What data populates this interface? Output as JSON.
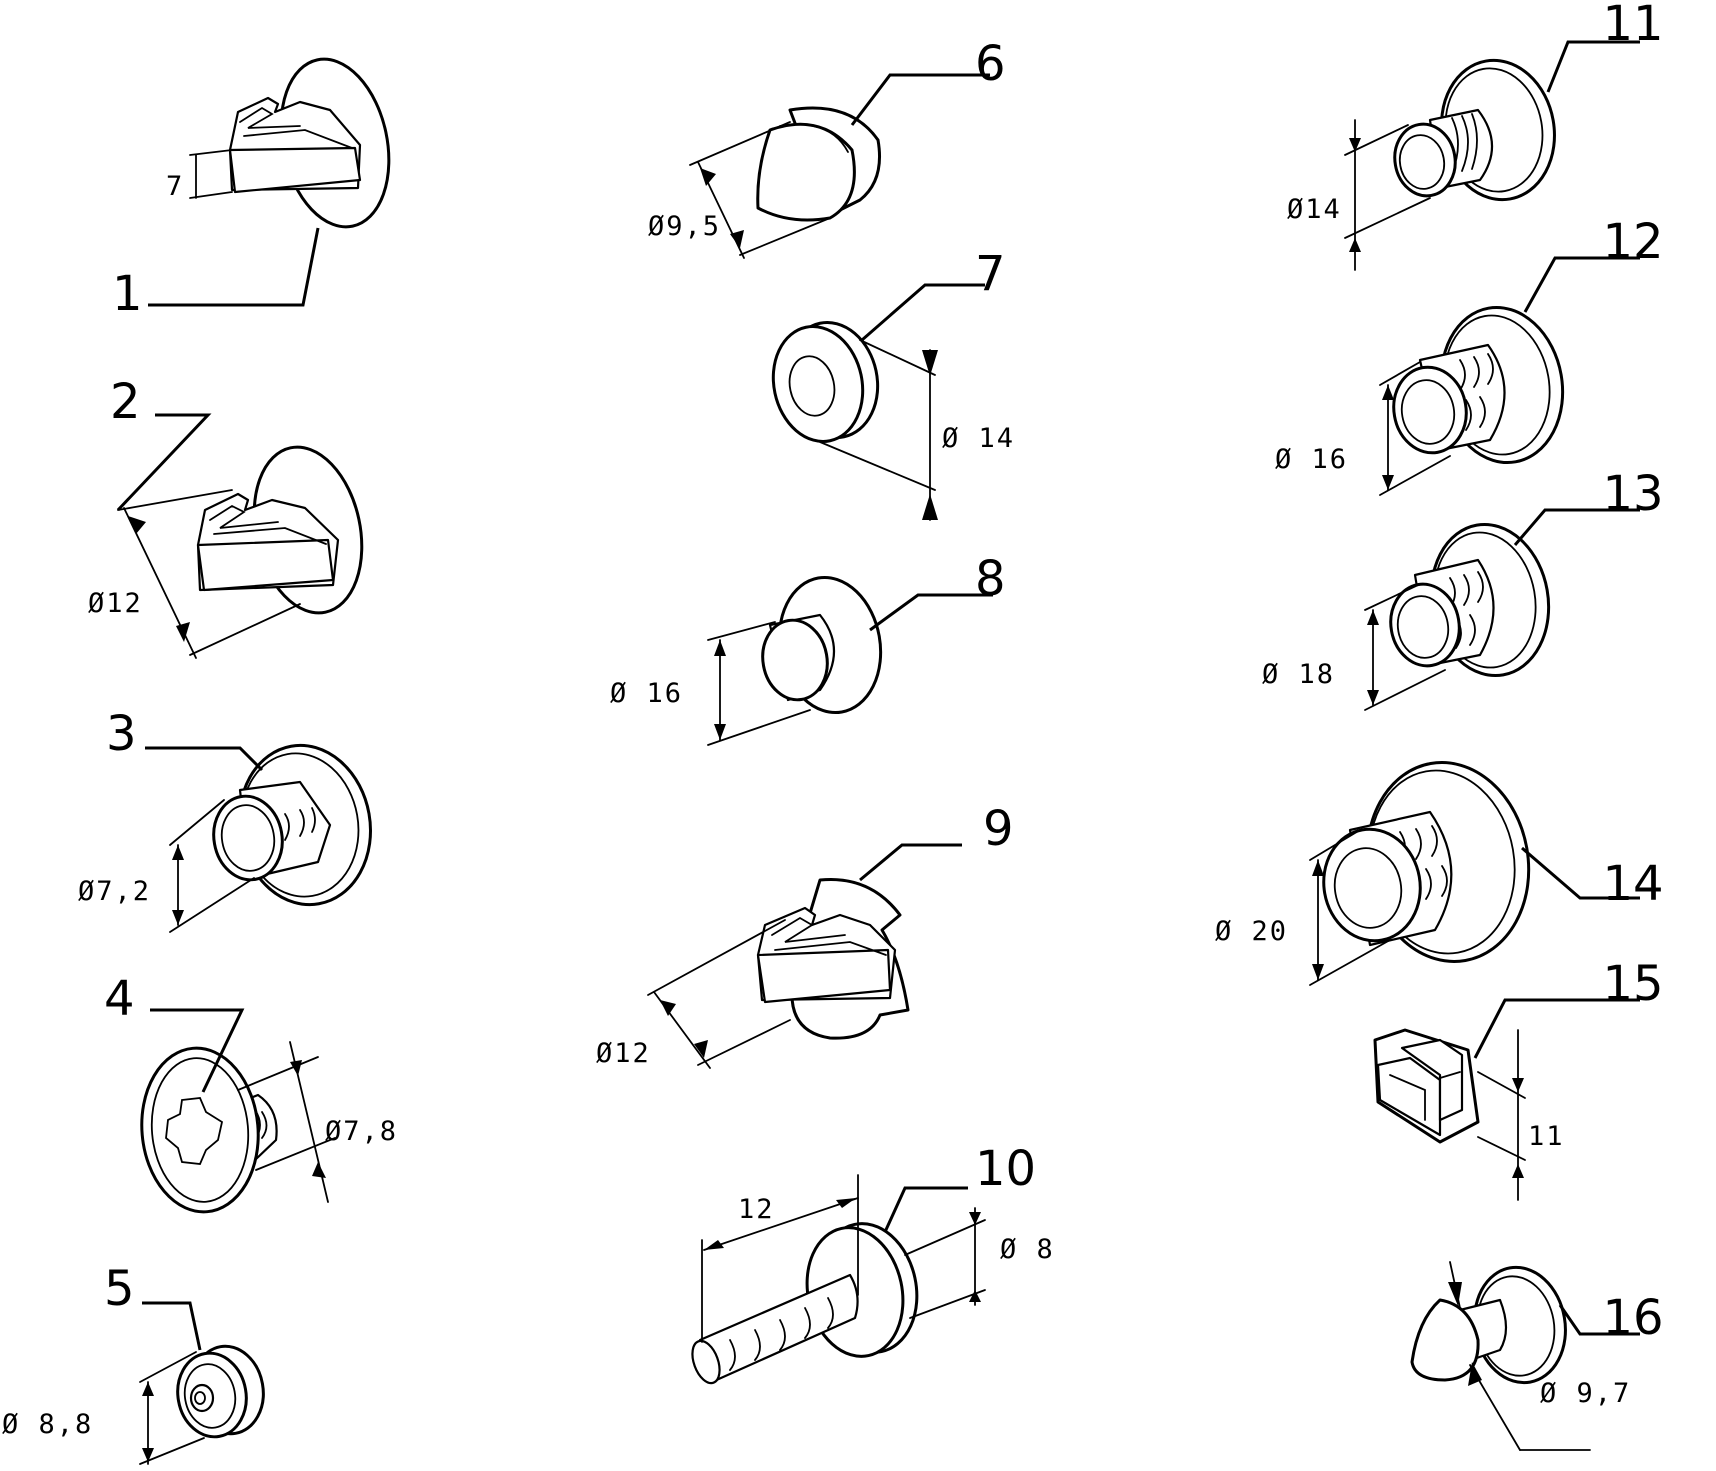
{
  "parts": [
    {
      "number": "1",
      "dimension": "7"
    },
    {
      "number": "2",
      "dimension": "Ø12"
    },
    {
      "number": "3",
      "dimension": "Ø7,2"
    },
    {
      "number": "4",
      "dimension": "Ø7,8"
    },
    {
      "number": "5",
      "dimension": "Ø 8,8"
    },
    {
      "number": "6",
      "dimension": "Ø9,5"
    },
    {
      "number": "7",
      "dimension": "Ø 14"
    },
    {
      "number": "8",
      "dimension": "Ø 16"
    },
    {
      "number": "9",
      "dimension": "Ø12"
    },
    {
      "number": "10",
      "dimension": "Ø 8",
      "dimension_length": "12"
    },
    {
      "number": "11",
      "dimension": "Ø14"
    },
    {
      "number": "12",
      "dimension": "Ø 16"
    },
    {
      "number": "13",
      "dimension": "Ø 18"
    },
    {
      "number": "14",
      "dimension": "Ø 20"
    },
    {
      "number": "15",
      "dimension": "11"
    },
    {
      "number": "16",
      "dimension": "Ø 9,7"
    }
  ]
}
